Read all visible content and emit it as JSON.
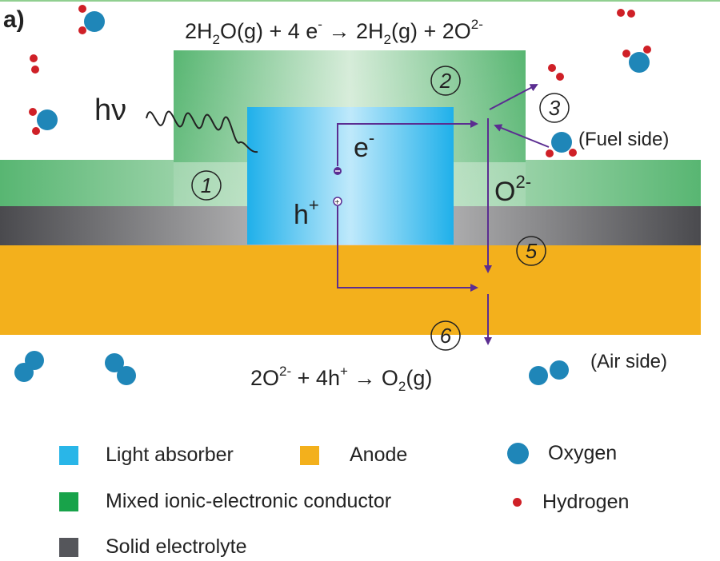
{
  "panel_label": "a)",
  "equation_top": {
    "parts": [
      "2H",
      "2",
      "O(g) + 4 e",
      "-",
      " → 2H",
      "2",
      "(g) + 2O",
      "2-"
    ]
  },
  "equation_bottom": {
    "parts": [
      "2O",
      "2-",
      " + 4h",
      "+",
      " → O",
      "2",
      "(g)"
    ]
  },
  "photon_label": "hν",
  "electron_label": "e",
  "electron_sup": "-",
  "hole_label": "h",
  "hole_sup": "+",
  "oxide_label": "O",
  "oxide_sup": "2-",
  "steps": [
    "1",
    "2",
    "3",
    "5",
    "6"
  ],
  "fuel_side_label": "(Fuel side)",
  "air_side_label": "(Air side)",
  "colors": {
    "light_absorber": "#29b6e8",
    "mixed_conductor": "#5fba7d",
    "anode": "#f3b01c",
    "electrolyte": "#55565b",
    "oxygen": "#1f86b8",
    "hydrogen": "#cf2027",
    "arrow": "#5b2d91"
  },
  "legend": [
    {
      "label": "Light absorber",
      "kind": "square",
      "color": "#29b6e8"
    },
    {
      "label": "Anode",
      "kind": "square",
      "color": "#f3b01c"
    },
    {
      "label": "Oxygen",
      "kind": "circle",
      "color": "#1f86b8"
    },
    {
      "label": "Mixed ionic-electronic conductor",
      "kind": "square",
      "color": "#18a34a"
    },
    {
      "label": "Hydrogen",
      "kind": "dot",
      "color": "#cf2027"
    },
    {
      "label": "Solid electrolyte",
      "kind": "square",
      "color": "#55565b"
    }
  ]
}
